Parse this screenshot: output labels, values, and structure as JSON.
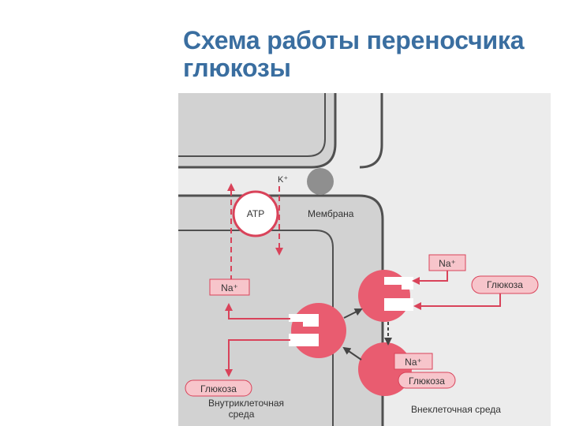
{
  "slide": {
    "title": "Схема работы переносчика глюкозы"
  },
  "diagram": {
    "k_label": "K⁺",
    "atp_label": "ATP",
    "membrane_label": "Мембрана",
    "na_inside_label": "Na⁺",
    "na_outside_top_label": "Na⁺",
    "glucose_outside_top_label": "Глюкоза",
    "na_outside_bottom_label": "Na⁺",
    "glucose_outside_bottom_label": "Глюкоза",
    "glucose_inside_label": "Глюкоза",
    "intracellular_label_line1": "Внутриклеточная",
    "intracellular_label_line2": "среда",
    "extracellular_label": "Внеклеточная среда"
  },
  "colors": {
    "title": "#3a6ea0",
    "background": "#ececec",
    "cell_fill": "#d2d2d2",
    "outline": "#505050",
    "accent": "#d9435a",
    "label_fill": "#f7c5cb"
  }
}
